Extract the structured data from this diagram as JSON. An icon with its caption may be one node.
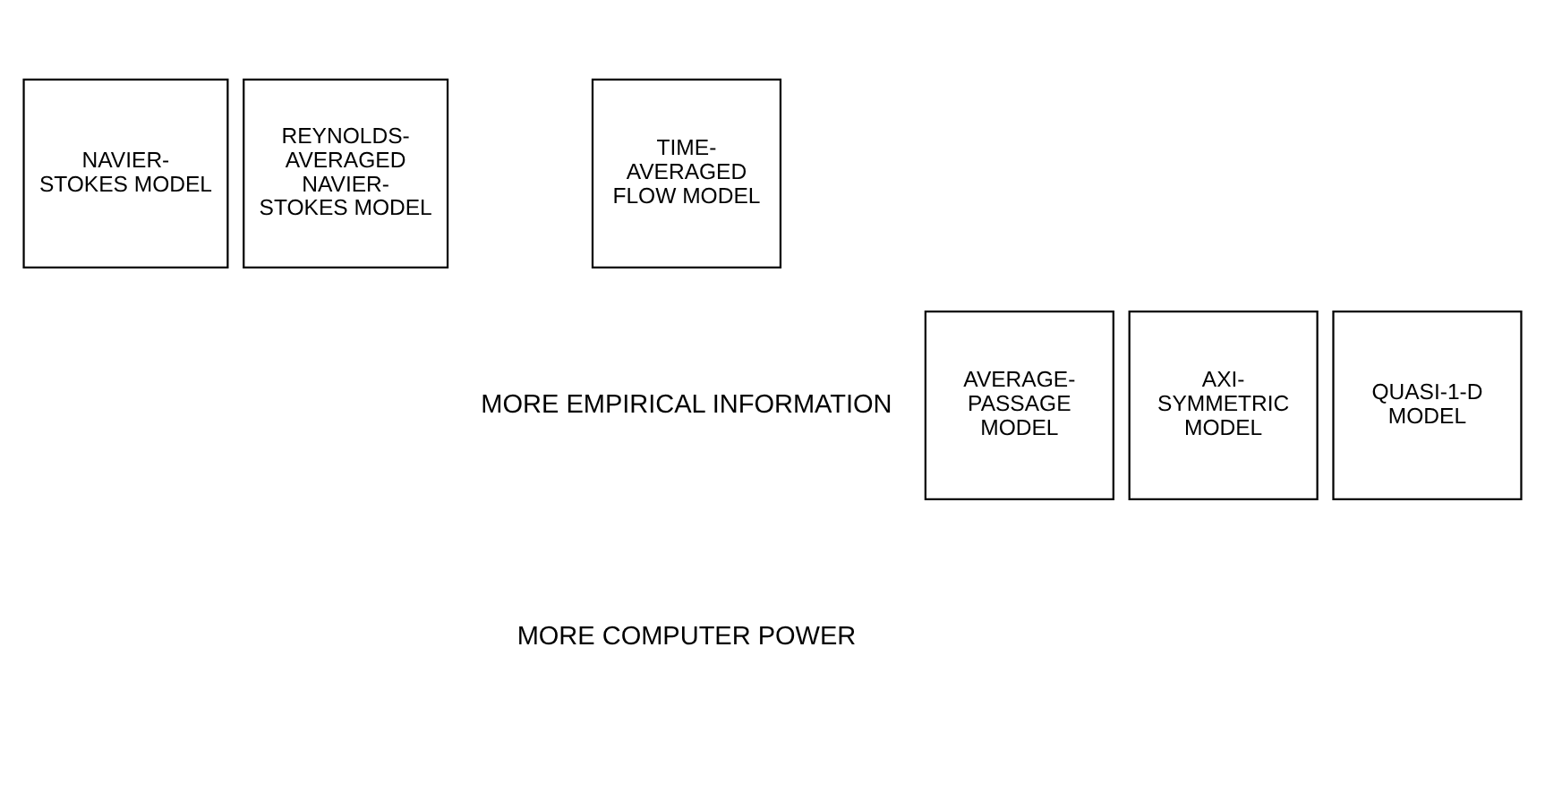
{
  "diagram": {
    "nodes": [
      {
        "text": [
          "NAVIER-STOKES MODEL"
        ]
      },
      {
        "text": [
          "REYNOLDS-AVERAGED NAVIER-STOKES MODEL"
        ]
      },
      {
        "text": [
          "TIME-AVERAGED FLOW MODEL"
        ]
      },
      {
        "text": [
          "AVERAGE-PASSAGE MODEL"
        ]
      },
      {
        "text": [
          "AXI-SYMMETRIC MODEL"
        ]
      },
      {
        "text": [
          "QUASI-1-D MODEL"
        ]
      }
    ],
    "labels": [
      "MORE EMPIRICAL INFORMATION",
      "MORE COMPUTER POWER"
    ]
  }
}
